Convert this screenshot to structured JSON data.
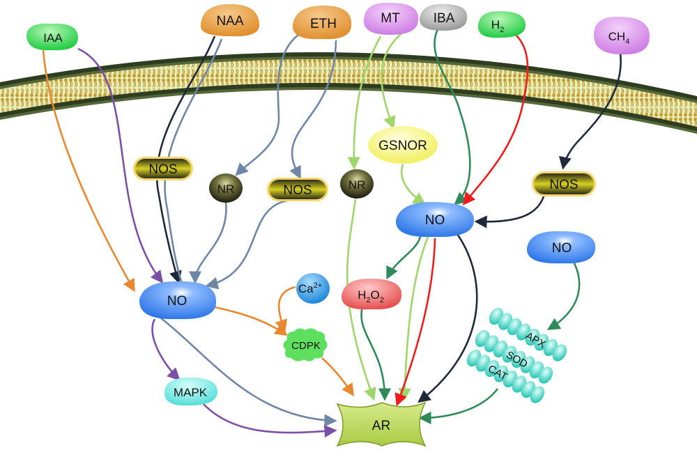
{
  "nodes": {
    "iaa": "IAA",
    "naa": "NAA",
    "eth": "ETH",
    "mt": "MT",
    "iba": "IBA",
    "h2": "H",
    "h2_sub": "2",
    "ch4": "CH",
    "ch4_sub": "4",
    "nos_left": "NOS",
    "nr_left": "NR",
    "nos_mid": "NOS",
    "nr_mid": "NR",
    "gsnor": "GSNOR",
    "nos_right": "NOS",
    "no_left": "NO",
    "no_center": "NO",
    "no_right": "NO",
    "ca": "Ca",
    "ca_sup": "2+",
    "h2o2_h": "H",
    "h2o2_sub1": "2",
    "h2o2_o": "O",
    "h2o2_sub2": "2",
    "cdpk": "CDPK",
    "mapk": "MAPK",
    "apx": "APX",
    "sod": "SOD",
    "cat": "CAT",
    "ar": "AR"
  },
  "colors": {
    "iaa": "#4fd86a",
    "naa": "#e8a24a",
    "eth": "#e8a24a",
    "mt": "#d98ce8",
    "iba": "#a9a9a9",
    "h2": "#3ee05a",
    "ch4": "#d98ce8",
    "no": "#3f86ef",
    "ca": "#2b97e6",
    "h2o2": "#ef6a6a",
    "cdpk": "#5fe05f",
    "mapk": "#6fe6e2",
    "enzyme": "#3fd6c6",
    "ar": "#c8e070",
    "gsnor": "#f6f57a",
    "nos": "#e8e020",
    "nr": "#3b3b22",
    "membrane": "#2c3a1e",
    "arrow_orange": "#e8872e",
    "arrow_purple": "#7b4fa8",
    "arrow_slate": "#6f86a6",
    "arrow_black": "#1e2a3a",
    "arrow_lightgreen": "#9fd66a",
    "arrow_green": "#2f8a5a",
    "arrow_red": "#ee1c1c"
  }
}
